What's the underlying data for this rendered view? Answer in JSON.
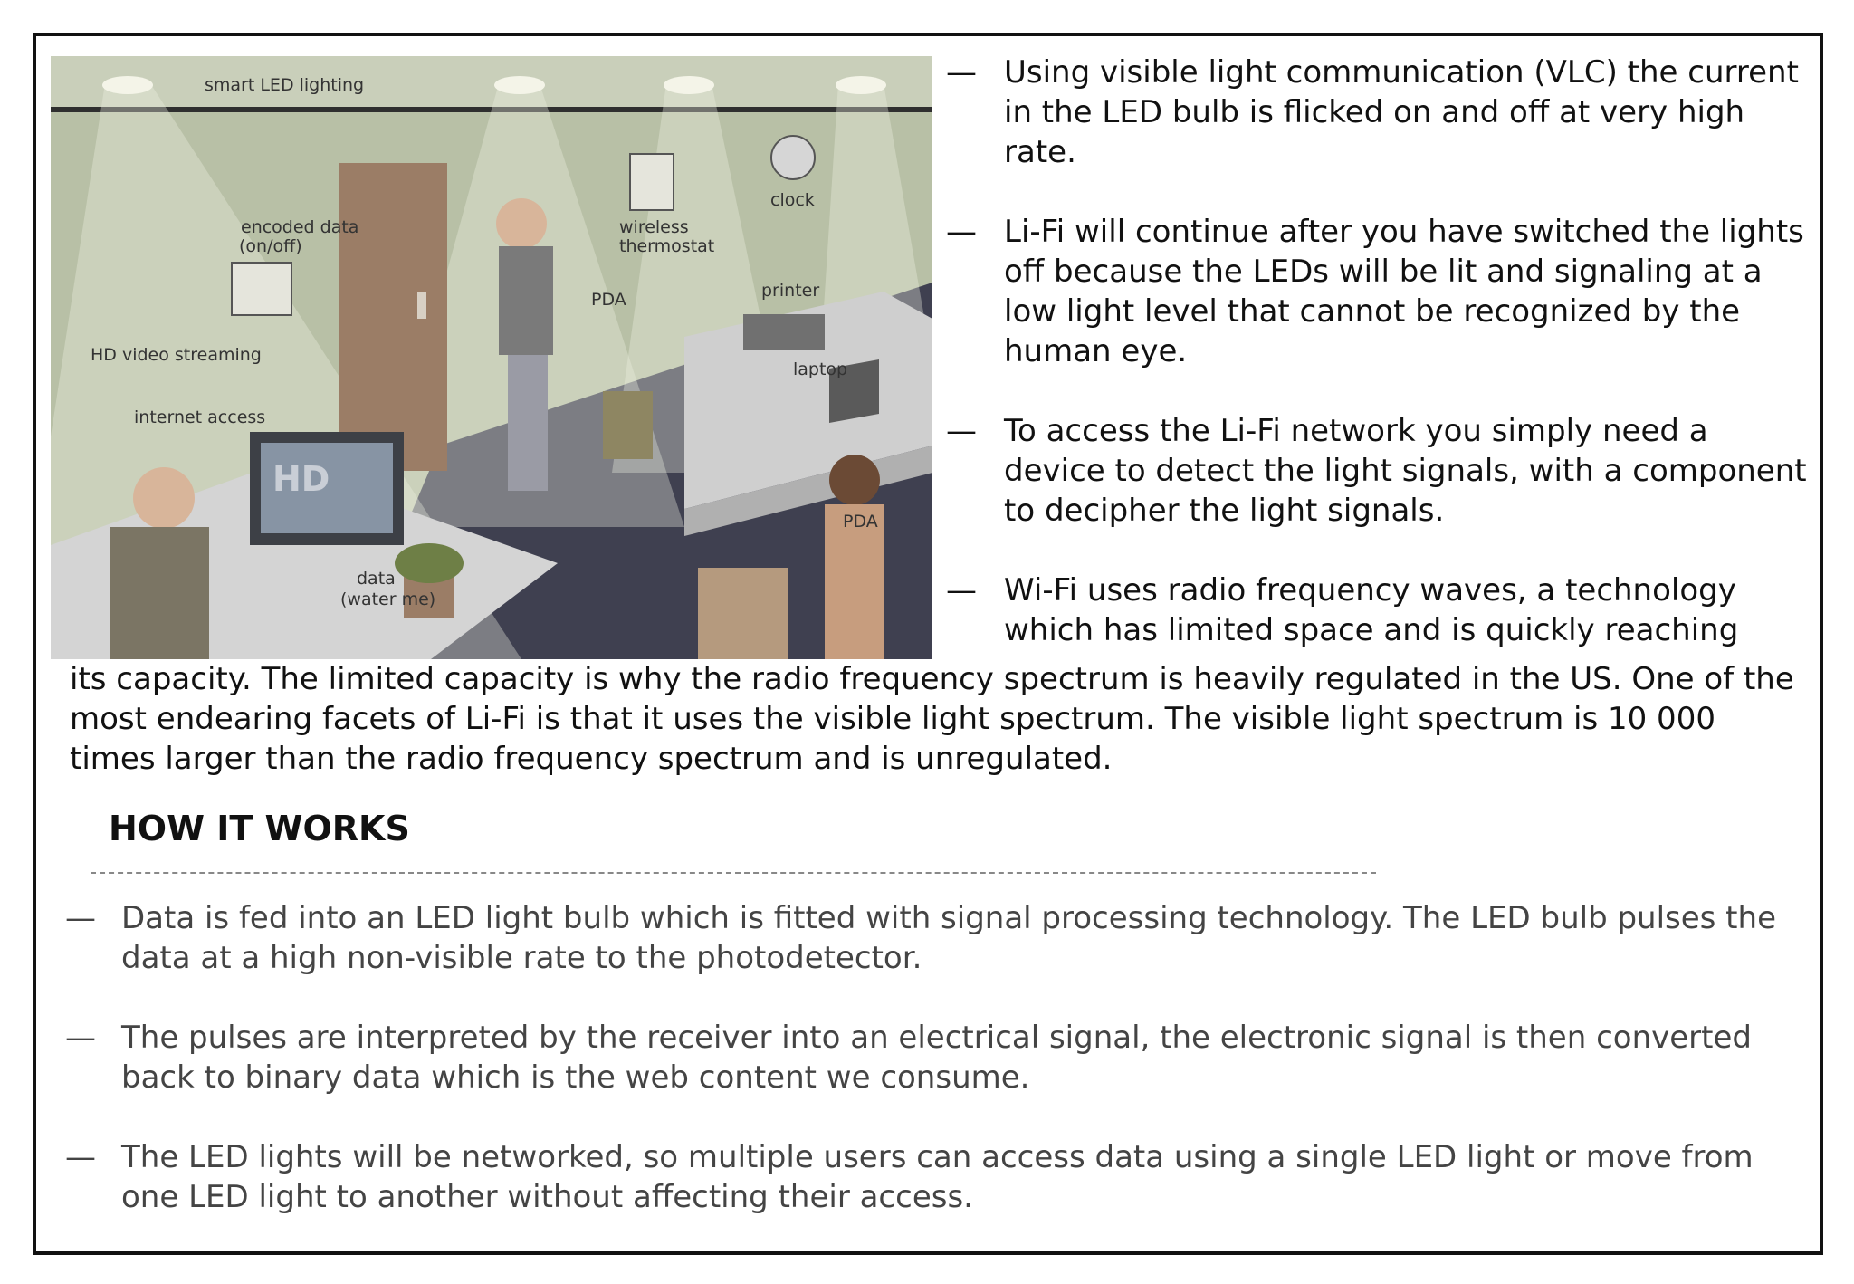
{
  "illustration": {
    "labels": {
      "smart_led": "smart LED lighting",
      "encoded_1": "encoded data",
      "encoded_2": "(on/off)",
      "wireless_1": "wireless",
      "wireless_2": "thermostat",
      "clock": "clock",
      "pda_top": "PDA",
      "printer": "printer",
      "laptop": "laptop",
      "hd_video": "HD video streaming",
      "internet": "internet access",
      "hd_screen": "HD",
      "pda_bottom": "PDA",
      "data_1": "data",
      "data_2": "(water me)"
    }
  },
  "right_bullets": [
    {
      "dash": "—",
      "text": "Using visible light communication (VLC) the current in the LED bulb is flicked on and off at very high rate."
    },
    {
      "dash": "—",
      "text": "Li-Fi will continue after you have switched the lights off because the LEDs will be lit and signaling at a low light level that cannot be recognized by the human eye."
    },
    {
      "dash": "—",
      "text": "To access the Li-Fi network you simply need a device to detect the light signals, with a component to decipher the light signals."
    },
    {
      "dash": "—",
      "text": "Wi-Fi uses radio frequency waves, a technology which has limited space and is quickly reaching"
    }
  ],
  "continuation": "its capacity. The limited capacity is why the radio frequency spectrum is heavily regulated in the US. One of the most endearing facets of Li-Fi is that it uses the visible light spectrum. The visible light spectrum is 10 000 times larger than the radio frequency spectrum and is unregulated.",
  "how_it_works": {
    "heading": "HOW IT WORKS",
    "bullets": [
      {
        "dash": "—",
        "text": "Data is fed into an LED light bulb which is fitted with signal processing technology. The LED bulb pulses the data at a high non-visible rate to the photodetector."
      },
      {
        "dash": "—",
        "text": "The pulses are interpreted by the receiver into an electrical signal, the electronic signal is then converted back to binary data which is the web content we consume."
      },
      {
        "dash": "—",
        "text": "The LED lights will be networked, so multiple users can access data using a single LED light or move from one LED light to another without affecting their access."
      }
    ]
  }
}
